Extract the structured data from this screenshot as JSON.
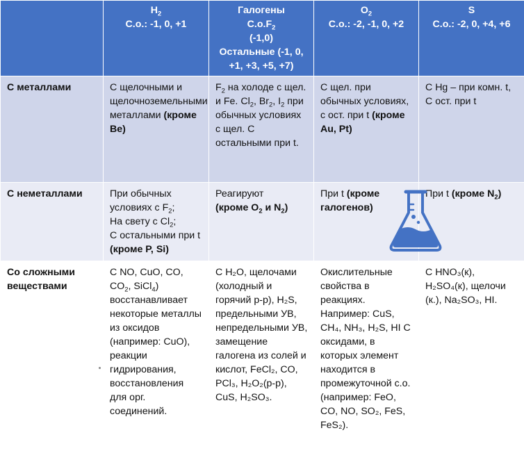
{
  "header": {
    "h2": {
      "formula": "H",
      "sub": "2",
      "ox_label": "С.о.: -1, 0, +1"
    },
    "halogens": {
      "title": "Галогены",
      "f2_prefix": "С.о.F",
      "f2_sub": "2",
      "f2_ox": "(-1,0)",
      "others": "Остальные (-1, 0, +1, +3, +5, +7)"
    },
    "o2": {
      "formula": "O",
      "sub": "2",
      "ox_label": "С.о.: -2, -1, 0, +2"
    },
    "s": {
      "formula": "S",
      "ox_label": "С.о.: -2, 0, +4, +6"
    }
  },
  "rows": {
    "metals": {
      "label": "С металлами",
      "h2_text": "С щелочными и щелочноземельными металлами",
      "h2_bold": "(кроме Be)",
      "hal_f2": "F",
      "hal_f2_sub": "2",
      "hal_f2_rest": " на холоде с щел. и Fe.",
      "hal_cl": "Cl",
      "hal_br": "Br",
      "hal_i": "I",
      "hal_sub2": "2",
      "hal_rest": " при обычных условиях с щел. С остальными при t.",
      "o2_text": "С щел. при обычных условиях, с ост. при t",
      "o2_bold": "(кроме Au, Pt)",
      "s_line1": "С Hg – при комн. t,",
      "s_line2": "С ост. при t"
    },
    "nonmetals": {
      "label": "С неметаллами",
      "h2_line1": "При обычных условиях с F",
      "h2_line2": "На свету с Cl",
      "h2_line3": "С остальными при t ",
      "h2_bold": "(кроме P, Si)",
      "hal_text": "Реагируют",
      "hal_bold_prefix": "(кроме O",
      "hal_bold_mid": " и N",
      "o2_text": "При t ",
      "o2_bold": "(кроме галогенов)",
      "s_text": "При t ",
      "s_bold_prefix": "(кроме N"
    },
    "complex": {
      "label": "Со сложными веществами",
      "h2_prefix": "С NO, CuO, CO, CO",
      "h2_sicl": ", SiCl",
      "h2_rest": ") восстанавливает некоторые металлы из оксидов (например: CuO), реакции гидрирования, восстановления для орг. соединений.",
      "hal_text": "С H₂O, щелочами (холодный и горячий р-р), H₂S, предельными УВ, непредельными УВ, замещение галогена из солей и кислот, FeCl₂, CO, PCl₃, H₂O₂(р-р), CuS, H₂SO₃.",
      "o2_text": "Окислительные свойства в реакциях. Например: CuS, CH₄, NH₃, H₂S, HI С оксидами, в которых элемент находится в промежуточной с.о. (например: FeO, CO, NO, SO₂, FeS, FeS₂).",
      "s_text": "С HNO₃(к), H₂SO₄(к), щелочи (к.), Na₂SO₃, HI."
    }
  },
  "icons": {
    "flask": "flask-icon",
    "flask_color": "#4472c4"
  }
}
